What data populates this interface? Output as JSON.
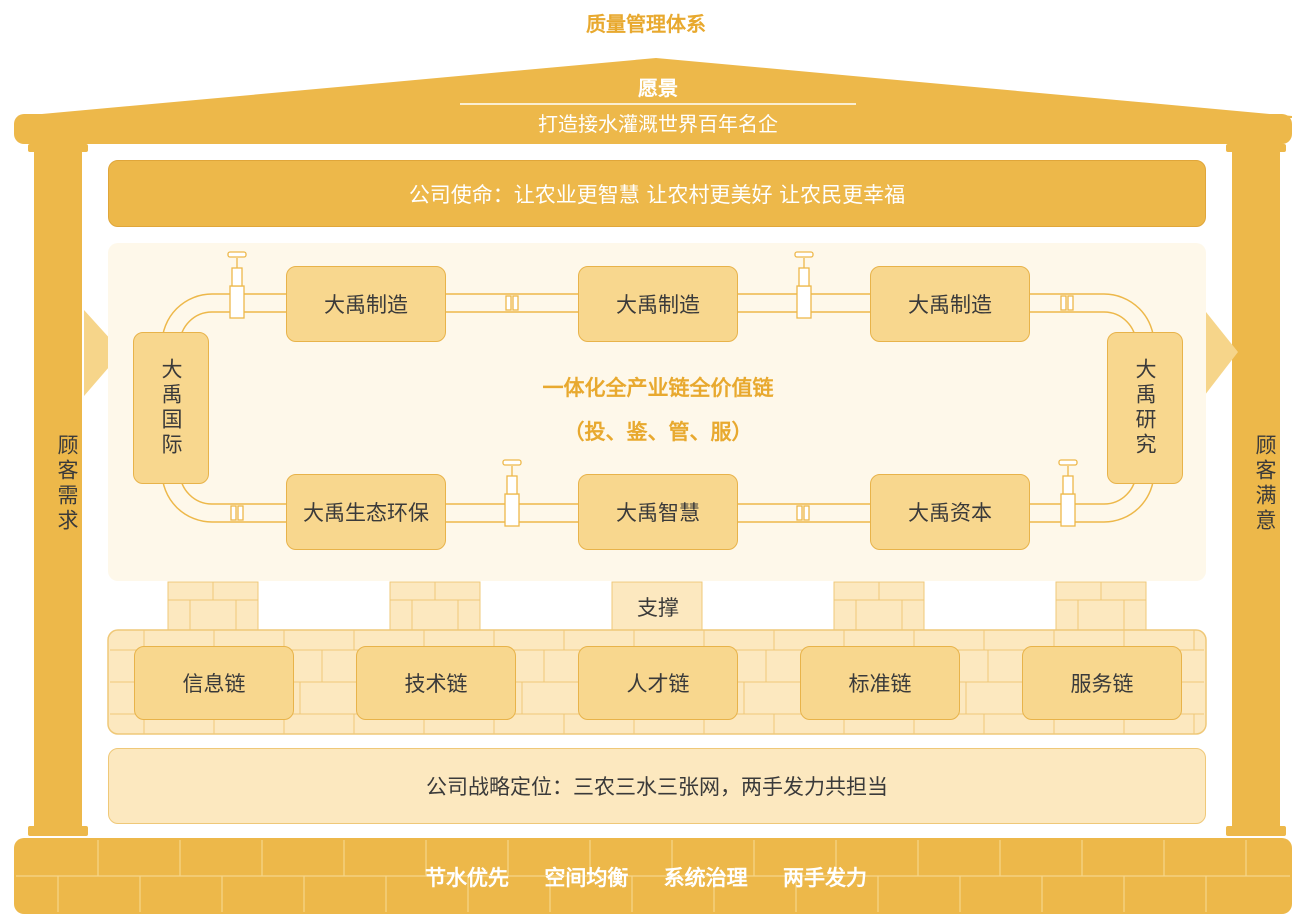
{
  "title": "质量管理体系",
  "vision": {
    "label": "愿景",
    "text": "打造接水灌溉世界百年名企"
  },
  "mission": "公司使命：让农业更智慧 让农村更美好 让农民更幸福",
  "value_chain": {
    "nodes_top": [
      "大禹制造",
      "大禹制造",
      "大禹制造"
    ],
    "nodes_bottom": [
      "大禹生态环保",
      "大禹智慧",
      "大禹资本"
    ],
    "node_left": "大禹国际",
    "node_right": "大禹研究",
    "center_title": "一体化全产业链全价值链",
    "center_subtitle": "（投、鉴、管、服）"
  },
  "support_label": "支撑",
  "chains": [
    "信息链",
    "技术链",
    "人才链",
    "标准链",
    "服务链"
  ],
  "strategy": "公司战略定位：三农三水三张网，两手发力共担当",
  "pillars": {
    "left": "顾客需求",
    "right": "顾客满意"
  },
  "principles": [
    "节水优先",
    "空间均衡",
    "系统治理",
    "两手发力"
  ],
  "colors": {
    "gold": "#EDB84A",
    "gold_dark": "#E0A63A",
    "node_fill": "#F8D78E",
    "light_fill": "#FCE8BF",
    "panel_fill": "#FEF8EA",
    "accent_text": "#E8A92F"
  },
  "icons": [
    "valve-icon",
    "pipe-coupling-icon",
    "arrow-right-icon"
  ]
}
